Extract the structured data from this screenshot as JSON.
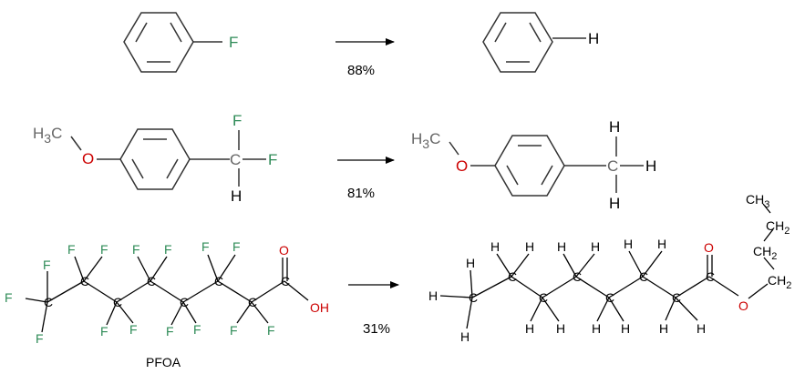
{
  "colors": {
    "fluorine": "#2e8b57",
    "oxygen": "#cc0000",
    "carbon": "#000000",
    "methyl_gray": "#666666",
    "bond": "#333333",
    "background": "#ffffff"
  },
  "atoms": {
    "F": "F",
    "H": "H",
    "C": "C",
    "O": "O"
  },
  "reactions": [
    {
      "yield": "88%"
    },
    {
      "yield": "81%"
    },
    {
      "yield": "31%"
    }
  ],
  "methoxy_label": "H",
  "methoxy_sub": "3",
  "methoxy_c": "C",
  "pfoa_oh": "OH",
  "pfoa_label": "PFOA",
  "butyl": {
    "ch3": "CH",
    "ch3_sub": "3",
    "ch2": "CH",
    "ch2_sub": "2"
  }
}
